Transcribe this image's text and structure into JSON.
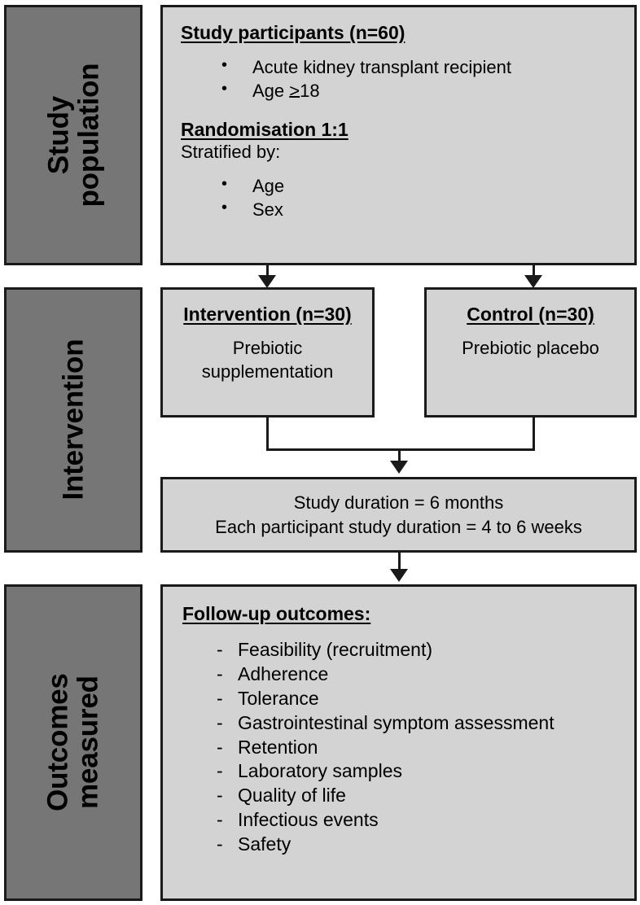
{
  "diagram": {
    "title": "Study flow diagram",
    "colors": {
      "stage_bar_fill": "#767676",
      "box_fill": "#d3d3d3",
      "stroke": "#1a1a1a",
      "text": "#000000"
    }
  },
  "stages": [
    {
      "id": "population",
      "label": "Study\npopulation"
    },
    {
      "id": "intervention",
      "label": "Intervention"
    },
    {
      "id": "outcomes",
      "label": "Outcomes\nmeasured"
    }
  ],
  "participants_box": {
    "heading": "Study participants (n=60)",
    "criteria": [
      "Acute kidney transplant recipient",
      "Age "
    ],
    "age_operator": ">",
    "age_value": "18",
    "randomisation_heading": "Randomisation 1:1",
    "randomisation_subtitle": "Stratified by:",
    "stratification": [
      "Age",
      "Sex"
    ]
  },
  "arms": {
    "intervention": {
      "heading": "Intervention (n=30)",
      "body": "Prebiotic\nsupplementation"
    },
    "control": {
      "heading": "Control (n=30)",
      "body": "Prebiotic placebo"
    }
  },
  "duration_box": {
    "line1": "Study duration = 6 months",
    "line2": "Each participant study duration = 4 to 6 weeks"
  },
  "outcomes_box": {
    "heading": "Follow-up outcomes:",
    "items": [
      "Feasibility (recruitment)",
      "Adherence",
      "Tolerance",
      "Gastrointestinal symptom assessment",
      "Retention",
      "Laboratory samples",
      "Quality of life",
      "Infectious events",
      "Safety"
    ]
  }
}
